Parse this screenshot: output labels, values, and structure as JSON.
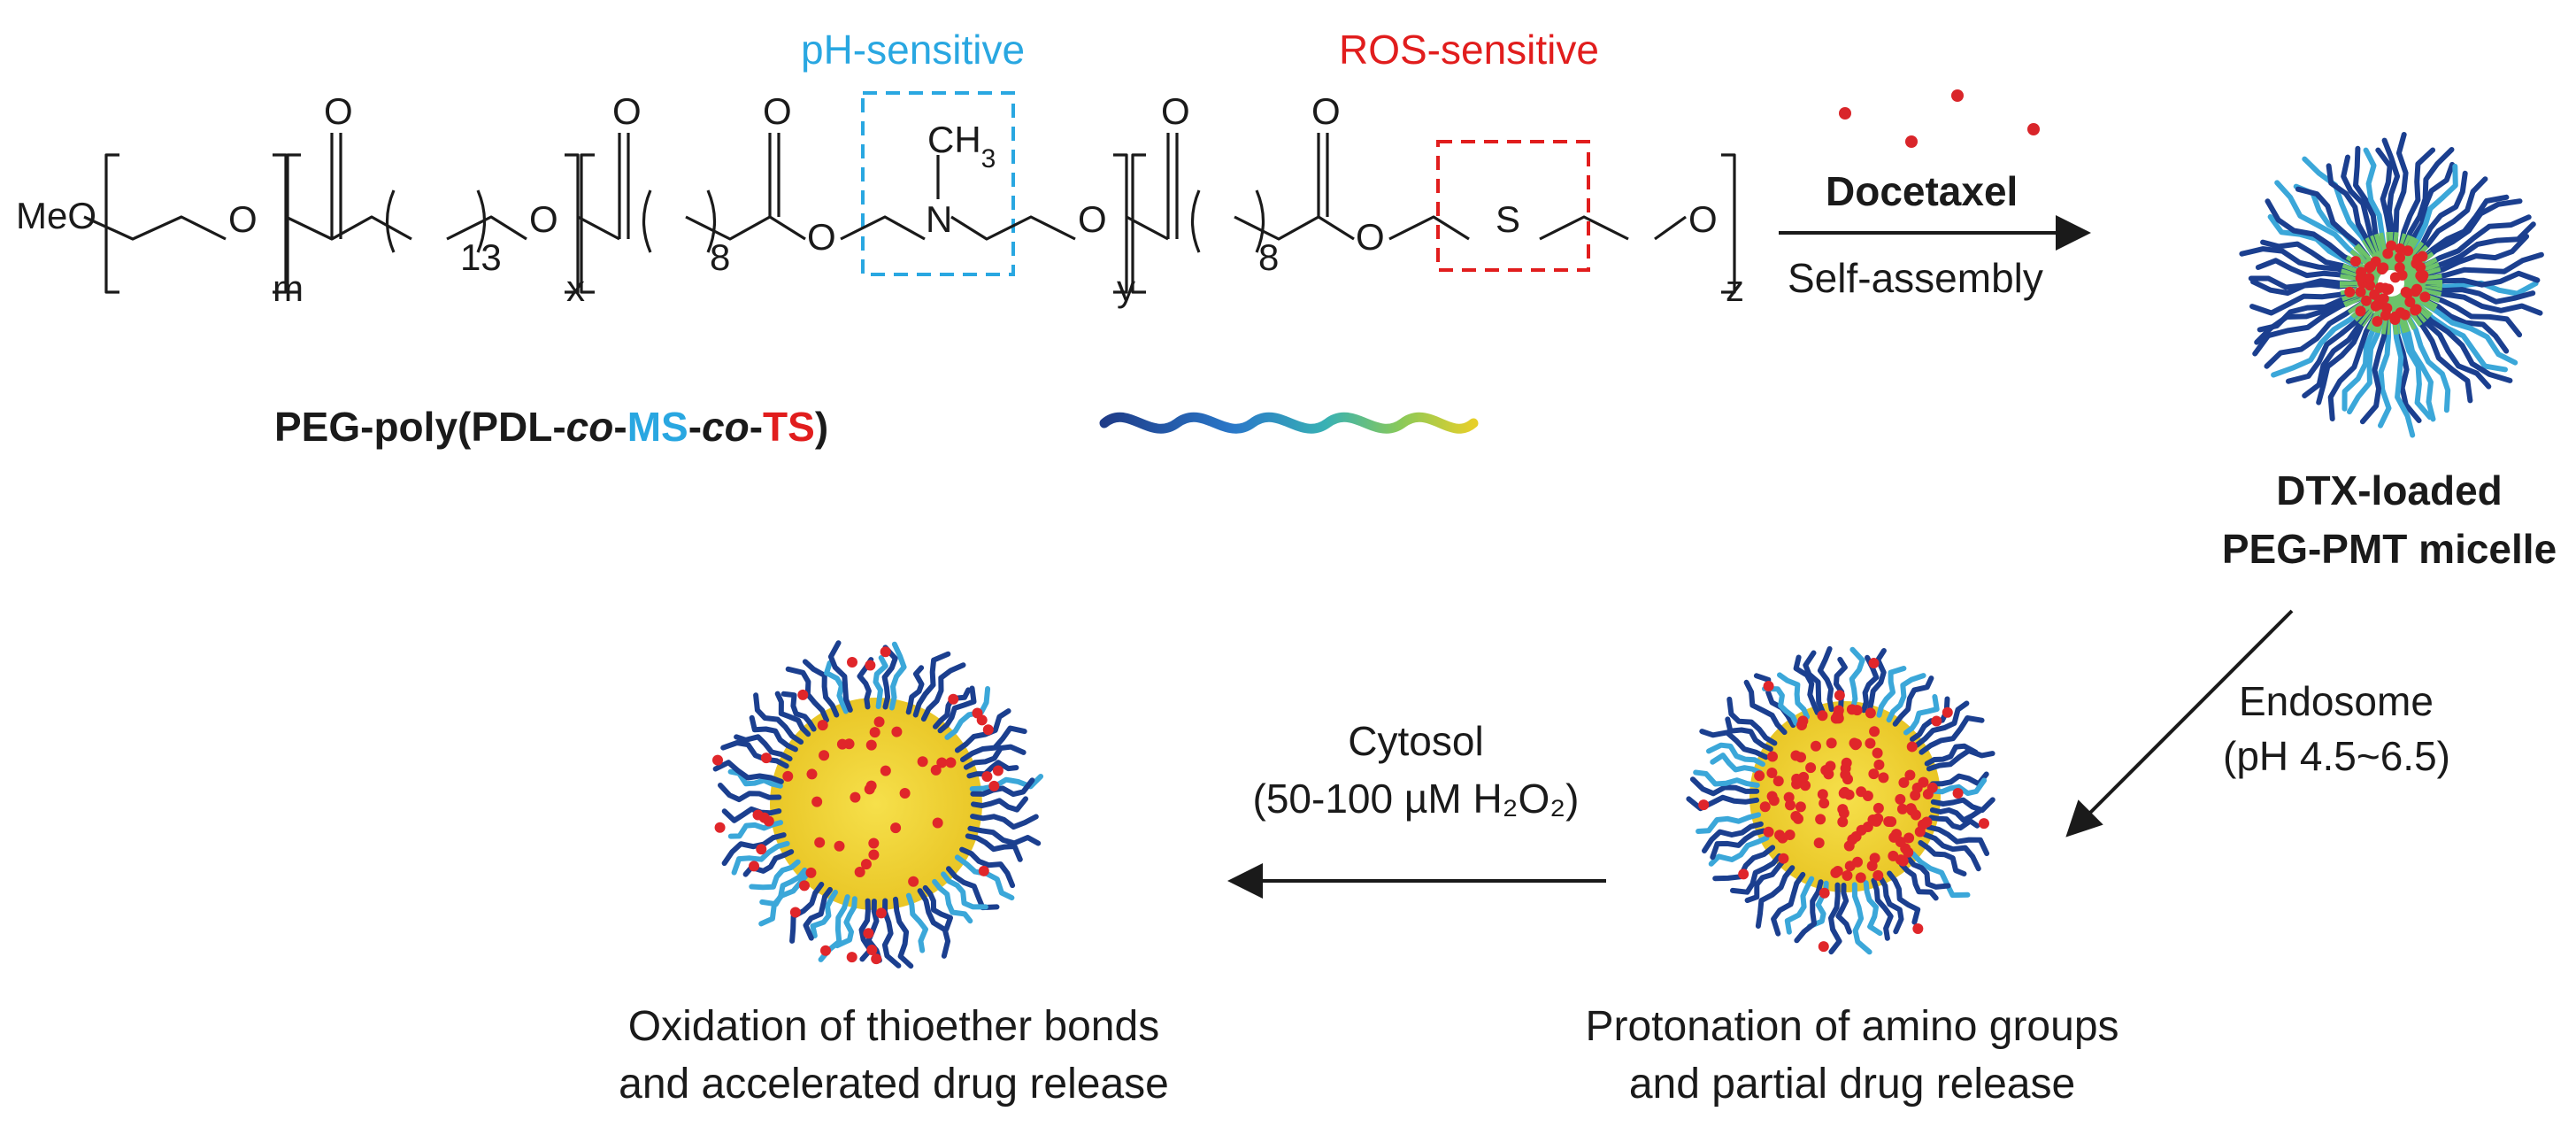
{
  "colors": {
    "ph_blue": "#29a7e1",
    "ros_red": "#e11d1d",
    "ink": "#1a1a1a",
    "core_yellow": "#f2d93a",
    "chain_blue": "#1b3f8f",
    "drug_red": "#e0262a"
  },
  "polymer": {
    "ph_label": "pH-sensitive",
    "ros_label": "ROS-sensitive",
    "meo": "MeO",
    "ch3": "CH",
    "ch3_sub": "3",
    "n_atom": "N",
    "s_atom": "S",
    "o_atom": "O",
    "sub_m": "m",
    "sub_x": "x",
    "sub_y": "y",
    "sub_z": "z",
    "sub_13": "13",
    "sub_8a": "8",
    "sub_8b": "8",
    "name_prefix": "PEG-poly(PDL-",
    "name_co1": "co",
    "name_dash1": "-",
    "name_ms": "MS",
    "name_dash2": "-",
    "name_co2": "co",
    "name_dash3": "-",
    "name_ts": "TS",
    "name_suffix": ")"
  },
  "steps": {
    "step1_top": "Docetaxel",
    "step1_bottom": "Self-assembly",
    "micelle1_line1": "DTX-loaded",
    "micelle1_line2": "PEG-PMT micelle",
    "step2_line1": "Endosome",
    "step2_line2": "(pH 4.5~6.5)",
    "step3_line1": "Cytosol",
    "step3_line2": "(50-100 µM H₂O₂)",
    "micelle2_line1": "Protonation of amino groups",
    "micelle2_line2": "and partial drug release",
    "micelle3_line1": "Oxidation of thioether bonds",
    "micelle3_line2": "and accelerated drug release"
  }
}
